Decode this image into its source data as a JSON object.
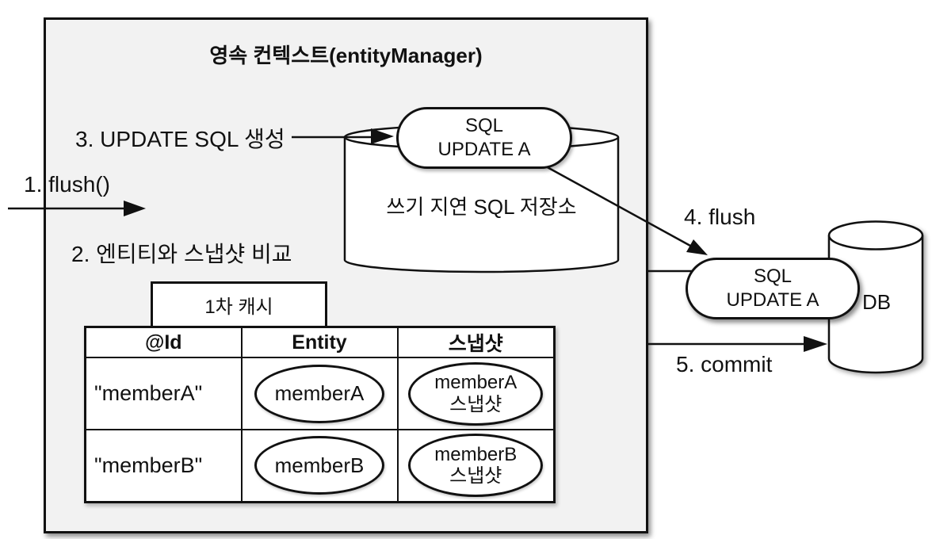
{
  "colors": {
    "page_bg": "#ffffff",
    "context_box_bg": "#f2f2f2",
    "stroke": "#111111",
    "shape_fill": "#ffffff"
  },
  "context_box": {
    "title": "영속 컨텍스트(entityManager)"
  },
  "steps": {
    "s1": "1. flush()",
    "s2": "2. 엔티티와 스냅샷 비교",
    "s3": "3. UPDATE SQL 생성",
    "s4": "4. flush",
    "s5": "5. commit"
  },
  "sql_store": {
    "title": "쓰기 지연 SQL 저장소",
    "pill_line1": "SQL",
    "pill_line2": "UPDATE A"
  },
  "db_side": {
    "db_label": "DB",
    "pill_line1": "SQL",
    "pill_line2": "UPDATE A"
  },
  "first_level_cache": {
    "tab_label": "1차 캐시",
    "columns": [
      "@Id",
      "Entity",
      "스냅샷"
    ],
    "rows": [
      {
        "id": "\"memberA\"",
        "entity": "memberA",
        "snapshot_line1": "memberA",
        "snapshot_line2": "스냅샷"
      },
      {
        "id": "\"memberB\"",
        "entity": "memberB",
        "snapshot_line1": "memberB",
        "snapshot_line2": "스냅샷"
      }
    ]
  }
}
